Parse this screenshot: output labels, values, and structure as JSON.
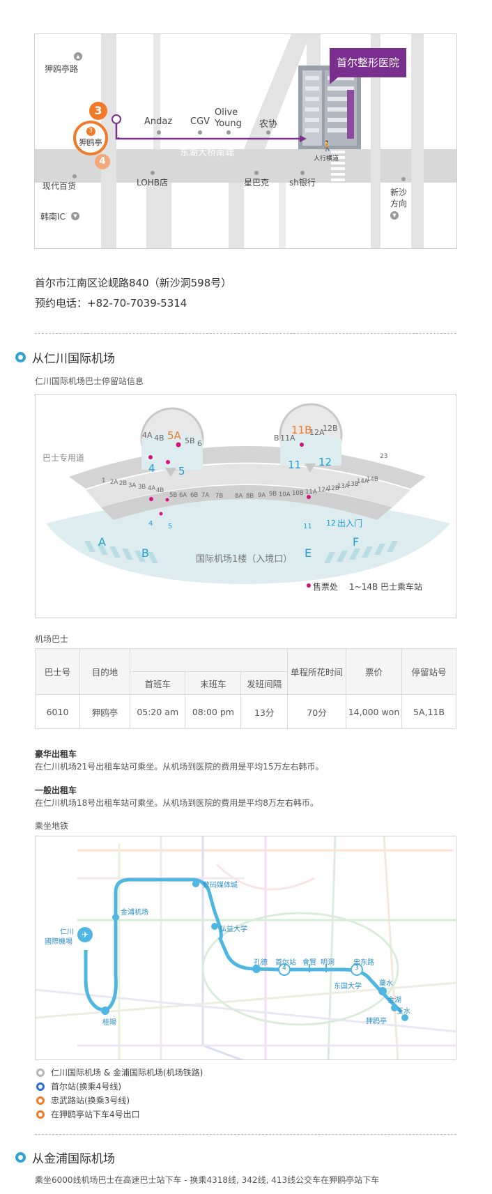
{
  "map": {
    "hospital_name": "首尔整形医院",
    "road_main": "东湖大桥南端",
    "labels": {
      "apgujeong_road": "狎鸥亭路",
      "line3": "3",
      "line3_small": "3",
      "station": "狎鸥亭",
      "line4": "4",
      "andaz": "Andaz",
      "cgv": "CGV",
      "olive": "Olive",
      "young": "Young",
      "nonghyup": "农协",
      "crosswalk": "人行横道",
      "hyundai": "现代百货",
      "lohb": "LOHB店",
      "starbucks": "星巴克",
      "shbank": "sh银行",
      "sinsa1": "新沙",
      "sinsa2": "方向",
      "hannam": "韩南IC"
    }
  },
  "address": "首尔市江南区论岘路840（新沙洞598号）",
  "phone": "预约电话：+82-70-7039-5314",
  "incheon": {
    "title": "从仁川国际机场",
    "bus_info_label": "仁川国际机场巴士停留站信息",
    "diagram": {
      "bus_lane": "巴士专用道",
      "terminal": "国际机场1楼（入境口）",
      "exit": "出入门",
      "gates": [
        "A",
        "B",
        "E",
        "F"
      ],
      "ticket": "售票处",
      "stops_range": "1~14B 巴士乘车站",
      "stops_left": [
        "1",
        "2A",
        "2B",
        "3A",
        "3B",
        "4A",
        "4B"
      ],
      "stops_mid": [
        "5B",
        "6A",
        "6B",
        "7A",
        "7B",
        "8A",
        "8B",
        "9A",
        "9B",
        "10A",
        "10B",
        "11A"
      ],
      "stops_right": [
        "12A",
        "12B",
        "13A",
        "13B",
        "14A",
        "14B"
      ],
      "stop_23": "23",
      "bay4": "4",
      "bay5": "5",
      "bay11": "11",
      "bay12": "12",
      "zoom_left": {
        "a": "4A",
        "b": "4B",
        "hi": "5A",
        "c": "5B",
        "d": "6",
        "n1": "4",
        "n2": "5"
      },
      "zoom_right": {
        "a": "B",
        "b": "11A",
        "hi": "11B",
        "c": "12A",
        "d": "12B",
        "n1": "11",
        "n2": "12"
      }
    },
    "bus_title": "机场巴士",
    "table": {
      "headers": [
        "巴士号",
        "目的地",
        "首班车",
        "末班车",
        "发班间隔",
        "单程所花时间",
        "票价",
        "停留站号"
      ],
      "row": [
        "6010",
        "狎鸥亭",
        "05:20 am",
        "08:00 pm",
        "13分",
        "70分",
        "14,000 won",
        "5A,11B"
      ]
    },
    "taxi_deluxe_title": "豪华出租车",
    "taxi_deluxe_text": "在仁川机场21号出租车站可乘坐。从机场到医院的费用是平均15万左右韩币。",
    "taxi_normal_title": "一般出租车",
    "taxi_normal_text": "在仁川机场18号出租车站可乘坐。从机场到医院的费用是平均8万左右韩币。",
    "subway_title": "乘坐地铁",
    "subway": {
      "incheon1": "仁川",
      "incheon2": "國際機場",
      "gimpo": "金浦机场",
      "dmc": "数码媒体城",
      "hongik": "弘益大学",
      "gongdeok": "孔德",
      "seoul": "首尔站",
      "hoehyeon": "會賢",
      "myeongdong": "明洞",
      "chungmuro": "忠东路",
      "dongguk": "东国大学",
      "yaksu": "藥水",
      "geumho": "金湖",
      "oksu": "玉水",
      "apgujeong": "狎鸥亭",
      "gyeyang": "桂陽",
      "n4": "4",
      "n3": "3"
    },
    "legend": [
      {
        "text": "仁川国际机场 & 金浦国际机场(机场铁路)",
        "color": "#b5b5b5"
      },
      {
        "text": "首尔站(换乘4号线)",
        "color": "#2a6fcf"
      },
      {
        "text": "忠武路站(换乘3号线)",
        "color": "#f07a2a"
      },
      {
        "text": "在狎鸥亭站下车4号出口",
        "color": "#f07a2a"
      }
    ]
  },
  "gimpo": {
    "title": "从金浦国际机场",
    "text": "乘坐6000线机场巴士在高速巴士站下车 - 换乘4318线, 342线, 413线公交车在狎鸥亭站下车"
  }
}
